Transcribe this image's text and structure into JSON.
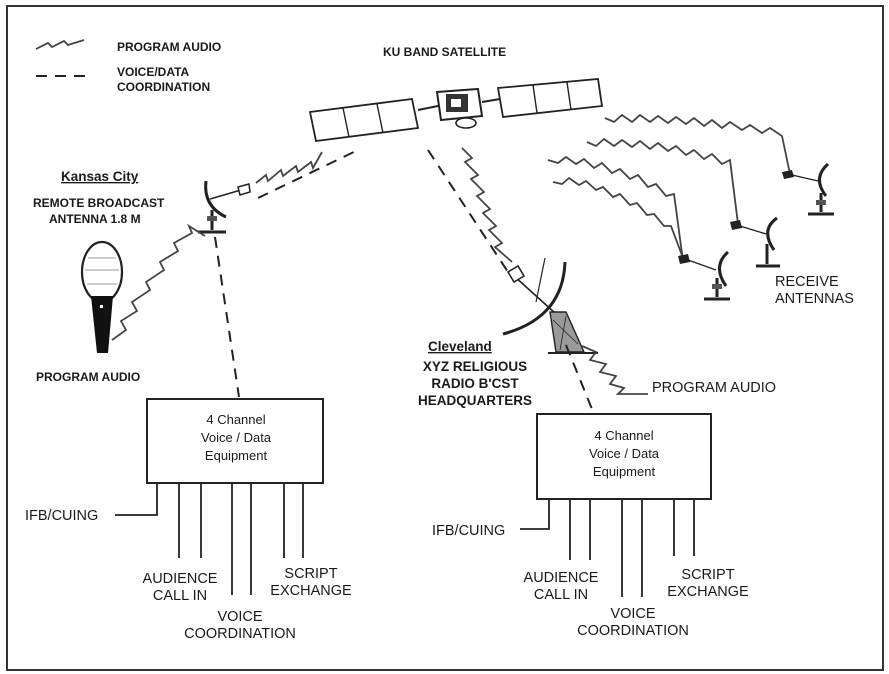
{
  "legend": {
    "program_audio": "PROGRAM AUDIO",
    "voice_data_line1": "VOICE/DATA",
    "voice_data_line2": "COORDINATION"
  },
  "satellite": {
    "label": "KU BAND SATELLITE"
  },
  "kansas_city": {
    "city": "Kansas City",
    "antenna_line1": "REMOTE BROADCAST",
    "antenna_line2": "ANTENNA 1.8 M",
    "program_audio": "PROGRAM AUDIO"
  },
  "cleveland": {
    "city": "Cleveland",
    "line1": "XYZ RELIGIOUS",
    "line2": "RADIO B'CST",
    "line3": "HEADQUARTERS",
    "program_audio": "PROGRAM AUDIO"
  },
  "receive": {
    "line1": "RECEIVE",
    "line2": "ANTENNAS"
  },
  "left_box": {
    "line1": "4 Channel",
    "line2": "Voice / Data",
    "line3": "Equipment",
    "ifb": "IFB/CUING",
    "audience_line1": "AUDIENCE",
    "audience_line2": "CALL IN",
    "voice_line1": "VOICE",
    "voice_line2": "COORDINATION",
    "script_line1": "SCRIPT",
    "script_line2": "EXCHANGE"
  },
  "right_box": {
    "line1": "4 Channel",
    "line2": "Voice / Data",
    "line3": "Equipment",
    "ifb": "IFB/CUING",
    "audience_line1": "AUDIENCE",
    "audience_line2": "CALL IN",
    "voice_line1": "VOICE",
    "voice_line2": "COORDINATION",
    "script_line1": "SCRIPT",
    "script_line2": "EXCHANGE"
  },
  "colors": {
    "ink": "#1a1a1a",
    "frame": "#333333",
    "background": "#ffffff"
  }
}
